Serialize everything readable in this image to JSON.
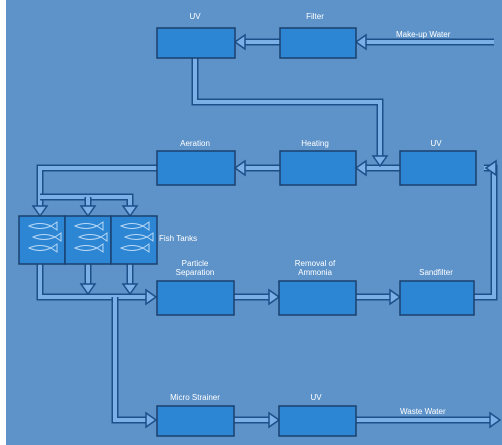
{
  "colors": {
    "background": "#5e93c9",
    "box_fill": "#2d86d4",
    "box_stroke": "#19406e",
    "pipe_fill": "#7ab0e6",
    "pipe_stroke": "#1d4f8a",
    "fish": "#b8d8f5",
    "text": "#ffffff"
  },
  "diagram": {
    "units": [
      {
        "id": "uv_top",
        "label": "UV"
      },
      {
        "id": "filter",
        "label": "Filter"
      },
      {
        "id": "aeration",
        "label": "Aeration"
      },
      {
        "id": "heating",
        "label": "Heating"
      },
      {
        "id": "uv_mid",
        "label": "UV"
      },
      {
        "id": "particle_separation",
        "label": "Particle\nSeparation"
      },
      {
        "id": "ammonia_removal",
        "label": "Removal of\nAmmonia"
      },
      {
        "id": "sandfilter",
        "label": "Sandfilter"
      },
      {
        "id": "micro_strainer",
        "label": "Micro Strainer"
      },
      {
        "id": "uv_bottom",
        "label": "UV"
      }
    ],
    "fish_tanks": {
      "label": "Fish Tanks",
      "count": 3
    },
    "flow_labels": {
      "inlet": "Make-up Water",
      "outlet": "Waste Water"
    },
    "flows": [
      [
        "makeup-water",
        "filter"
      ],
      [
        "filter",
        "uv_top"
      ],
      [
        "uv_top",
        "heating-junction"
      ],
      [
        "uv_mid",
        "heating"
      ],
      [
        "heating",
        "aeration"
      ],
      [
        "aeration",
        "fish_tanks"
      ],
      [
        "fish_tanks",
        "particle_separation"
      ],
      [
        "particle_separation",
        "ammonia_removal"
      ],
      [
        "ammonia_removal",
        "sandfilter"
      ],
      [
        "sandfilter",
        "uv_mid"
      ],
      [
        "fish_tanks",
        "micro_strainer"
      ],
      [
        "micro_strainer",
        "uv_bottom"
      ],
      [
        "uv_bottom",
        "waste-water"
      ]
    ]
  }
}
